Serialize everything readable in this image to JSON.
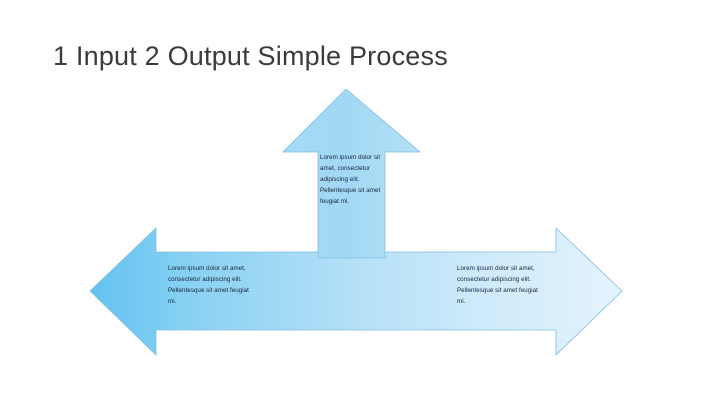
{
  "slide": {
    "title": "1 Input 2 Output Simple Process",
    "background_color": "#ffffff",
    "title_color": "#3b3b3b"
  },
  "diagram": {
    "type": "process-arrows",
    "palette": {
      "gradient_start": "#66c3f0",
      "gradient_mid": "#a9dbf5",
      "gradient_end": "#dcf0fb",
      "outline": "#7fb8d9",
      "body_text": "#17243a"
    },
    "arrows": [
      {
        "id": "up-arrow",
        "name": "input-arrow-up",
        "direction": "up",
        "text": "Lorem ipsum dolor sit amet, consectetur adipiscing elit. Pellentesque sit amet feugiat mi."
      },
      {
        "id": "left-arrow",
        "name": "output-arrow-left",
        "direction": "left",
        "text": "Lorem ipsum dolor sit amet, consectetur adipiscing elit. Pellentesque sit amet feugiat mi."
      },
      {
        "id": "right-arrow",
        "name": "output-arrow-right",
        "direction": "right",
        "text": "Lorem ipsum dolor sit amet, consectetur adipiscing elit. Pellentesque sit amet feugiat mi."
      }
    ]
  }
}
